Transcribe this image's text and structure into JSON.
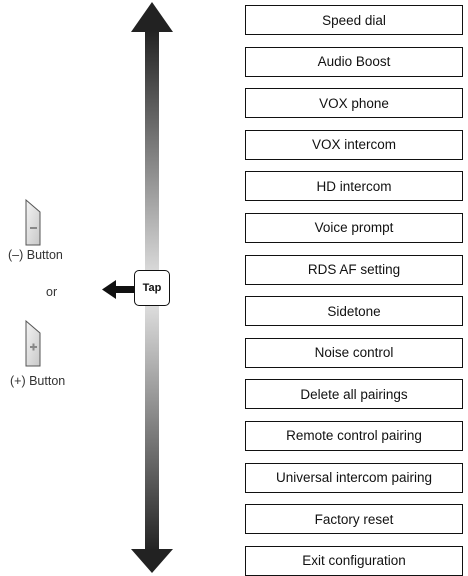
{
  "menu_items": [
    "Speed dial",
    "Audio Boost",
    "VOX phone",
    "VOX intercom",
    "HD intercom",
    "Voice prompt",
    "RDS AF setting",
    "Sidetone",
    "Noise control",
    "Delete all pairings",
    "Remote control pairing",
    "Universal intercom pairing",
    "Factory reset",
    "Exit configuration"
  ],
  "buttons": {
    "minus_label": "(–) Button",
    "or_label": "or",
    "plus_label": "(+) Button"
  },
  "tap_label": "Tap",
  "icons": {
    "minus": "minus-button-icon",
    "plus": "plus-button-icon",
    "arrows": "double-headed-vertical-arrow"
  }
}
